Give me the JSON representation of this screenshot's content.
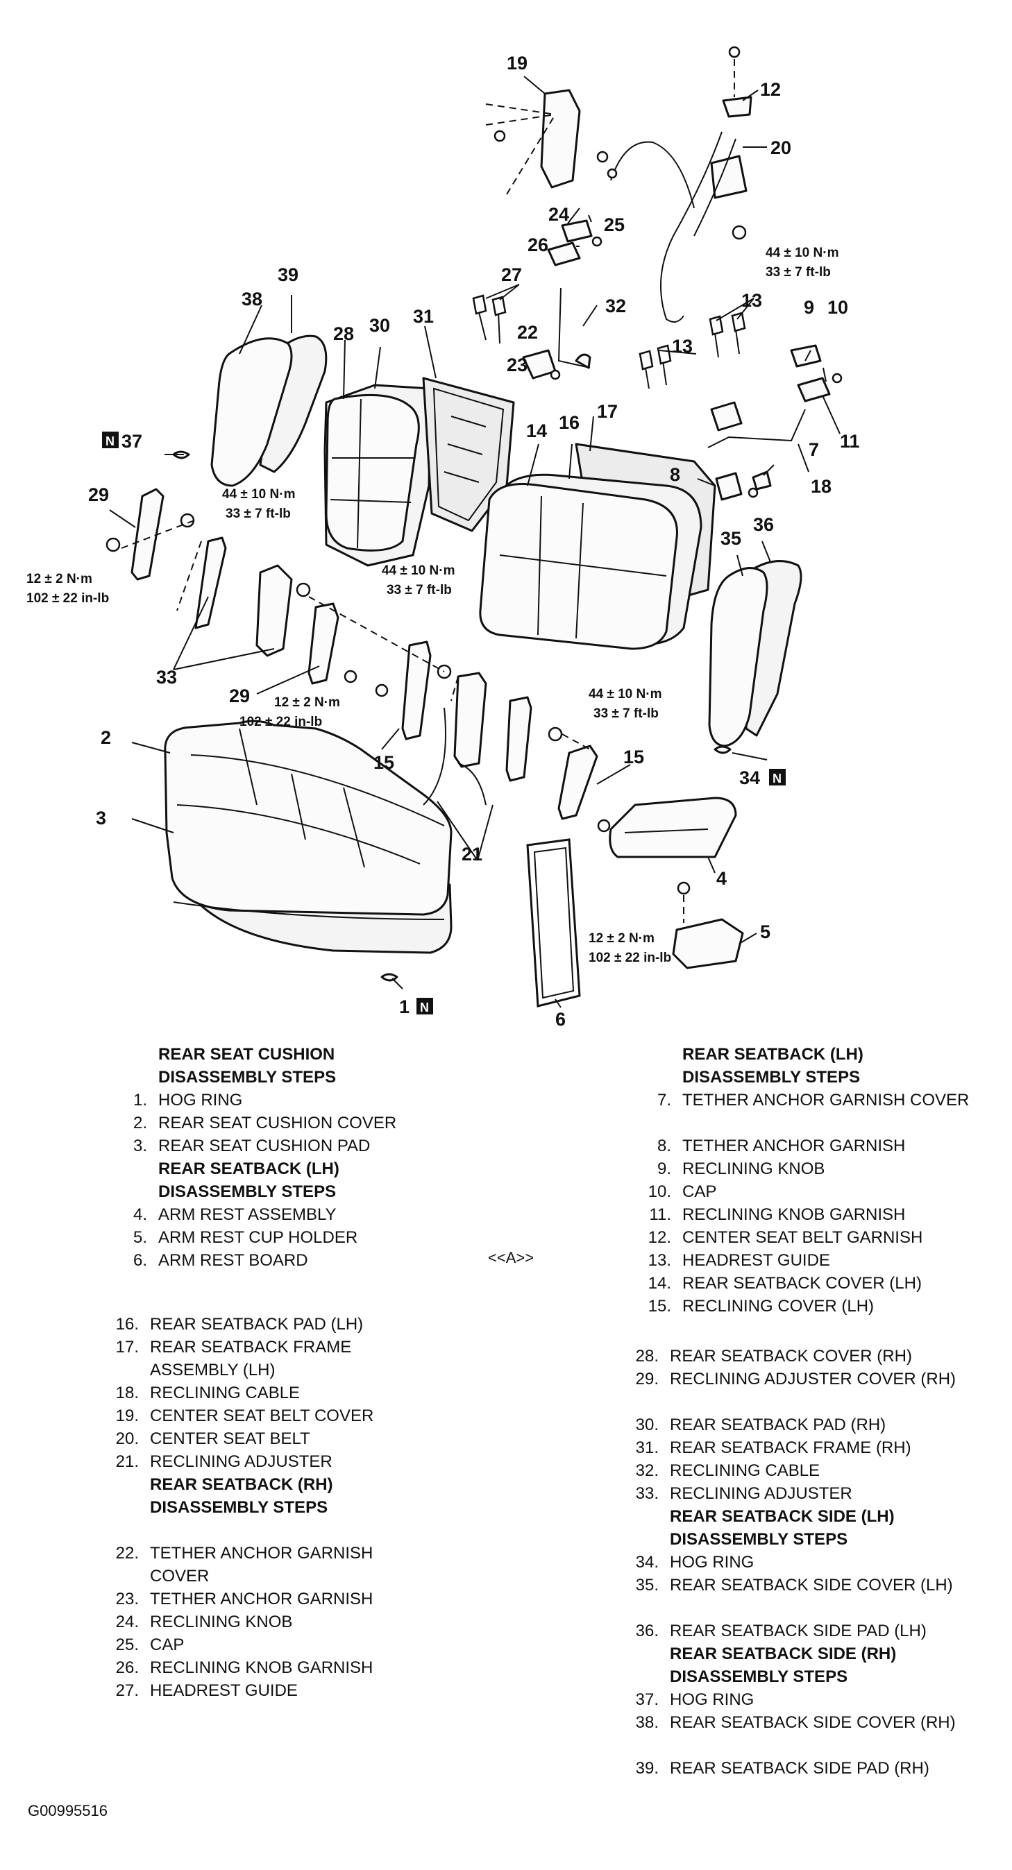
{
  "callouts": {
    "c1": "1",
    "c2": "2",
    "c3": "3",
    "c4": "4",
    "c5": "5",
    "c6": "6",
    "c7": "7",
    "c8": "8",
    "c9": "9",
    "c10": "10",
    "c11": "11",
    "c12": "12",
    "c13a": "13",
    "c13b": "13",
    "c14": "14",
    "c15a": "15",
    "c15b": "15",
    "c16": "16",
    "c17": "17",
    "c18": "18",
    "c19": "19",
    "c20": "20",
    "c21": "21",
    "c22": "22",
    "c23": "23",
    "c24": "24",
    "c25": "25",
    "c26": "26",
    "c27": "27",
    "c28": "28",
    "c29a": "29",
    "c29b": "29",
    "c30": "30",
    "c31": "31",
    "c32": "32",
    "c33": "33",
    "c34": "34",
    "c35": "35",
    "c36": "36",
    "c37": "37",
    "c38": "38",
    "c39": "39"
  },
  "new_part_mark": "N",
  "torque": {
    "belt_nm": "44 ± 10 N·m",
    "belt_ft": "33 ± 7 ft-lb",
    "lhs_nm": "44 ± 10 N·m",
    "lhs_ft": "33 ± 7 ft-lb",
    "mid_nm": "44 ± 10 N·m",
    "mid_ft": "33 ± 7 ft-lb",
    "right_nm": "44 ± 10 N·m",
    "right_ft": "33 ± 7 ft-lb",
    "small_left_nm": "12 ± 2 N·m",
    "small_left_in": "102 ± 22 in-lb",
    "small_mid_nm": "12 ± 2 N·m",
    "small_mid_in": "102 ± 22 in-lb",
    "small_bottom_nm": "12 ± 2 N·m",
    "small_bottom_in": "102 ± 22 in-lb"
  },
  "legend": {
    "g1_head1": "REAR SEAT CUSHION",
    "g1_head2": "DISASSEMBLY STEPS",
    "g1_items": [
      {
        "n": "1.",
        "t": "HOG RING"
      },
      {
        "n": "2.",
        "t": "REAR SEAT CUSHION COVER"
      },
      {
        "n": "3.",
        "t": "REAR SEAT CUSHION PAD"
      }
    ],
    "g2_head1": "REAR SEATBACK (LH)",
    "g2_head2": "DISASSEMBLY STEPS",
    "g2_items": [
      {
        "n": "4.",
        "t": "ARM REST ASSEMBLY"
      },
      {
        "n": "5.",
        "t": "ARM REST CUP HOLDER"
      },
      {
        "n": "6.",
        "t": "ARM REST BOARD"
      }
    ],
    "mark_a": "<<A>>",
    "g3_head1": "REAR SEATBACK (LH)",
    "g3_head2": "DISASSEMBLY STEPS",
    "g3_items": [
      {
        "n": "7.",
        "t": "TETHER ANCHOR GARNISH COVER"
      },
      {
        "n": "8.",
        "t": "TETHER ANCHOR GARNISH"
      },
      {
        "n": "9.",
        "t": "RECLINING KNOB"
      },
      {
        "n": "10.",
        "t": "CAP"
      },
      {
        "n": "11.",
        "t": "RECLINING KNOB GARNISH"
      },
      {
        "n": "12.",
        "t": "CENTER SEAT BELT GARNISH"
      },
      {
        "n": "13.",
        "t": "HEADREST GUIDE"
      },
      {
        "n": "14.",
        "t": "REAR SEATBACK COVER (LH)"
      },
      {
        "n": "15.",
        "t": "RECLINING COVER (LH)"
      }
    ],
    "g4_items": [
      {
        "n": "16.",
        "t": "REAR SEATBACK PAD (LH)"
      },
      {
        "n": "17.",
        "t": "REAR SEATBACK FRAME ASSEMBLY (LH)"
      },
      {
        "n": "18.",
        "t": "RECLINING CABLE"
      },
      {
        "n": "19.",
        "t": "CENTER SEAT BELT COVER"
      },
      {
        "n": "20.",
        "t": "CENTER SEAT BELT"
      },
      {
        "n": "21.",
        "t": "RECLINING ADJUSTER"
      }
    ],
    "g5_head1": "REAR SEATBACK (RH)",
    "g5_head2": "DISASSEMBLY STEPS",
    "g5_items": [
      {
        "n": "22.",
        "t": "TETHER ANCHOR GARNISH COVER"
      },
      {
        "n": "23.",
        "t": "TETHER ANCHOR GARNISH"
      },
      {
        "n": "24.",
        "t": "RECLINING KNOB"
      },
      {
        "n": "25.",
        "t": "CAP"
      },
      {
        "n": "26.",
        "t": "RECLINING KNOB GARNISH"
      },
      {
        "n": "27.",
        "t": "HEADREST GUIDE"
      }
    ],
    "g6_items": [
      {
        "n": "28.",
        "t": "REAR SEATBACK COVER (RH)"
      },
      {
        "n": "29.",
        "t": "RECLINING ADJUSTER COVER (RH)"
      },
      {
        "n": "30.",
        "t": "REAR SEATBACK PAD (RH)"
      },
      {
        "n": "31.",
        "t": "REAR SEATBACK FRAME (RH)"
      },
      {
        "n": "32.",
        "t": "RECLINING CABLE"
      },
      {
        "n": "33.",
        "t": "RECLINING ADJUSTER"
      }
    ],
    "g7_head1": "REAR SEATBACK SIDE (LH)",
    "g7_head2": "DISASSEMBLY STEPS",
    "g7_items": [
      {
        "n": "34.",
        "t": "HOG RING"
      },
      {
        "n": "35.",
        "t": "REAR SEATBACK SIDE COVER (LH)"
      },
      {
        "n": "36.",
        "t": "REAR SEATBACK SIDE PAD (LH)"
      }
    ],
    "g8_head1": "REAR SEATBACK SIDE (RH)",
    "g8_head2": "DISASSEMBLY STEPS",
    "g8_items": [
      {
        "n": "37.",
        "t": "HOG RING"
      },
      {
        "n": "38.",
        "t": "REAR SEATBACK SIDE COVER (RH)"
      },
      {
        "n": "39.",
        "t": "REAR SEATBACK SIDE PAD (RH)"
      }
    ]
  },
  "figure_id": "G00995516"
}
